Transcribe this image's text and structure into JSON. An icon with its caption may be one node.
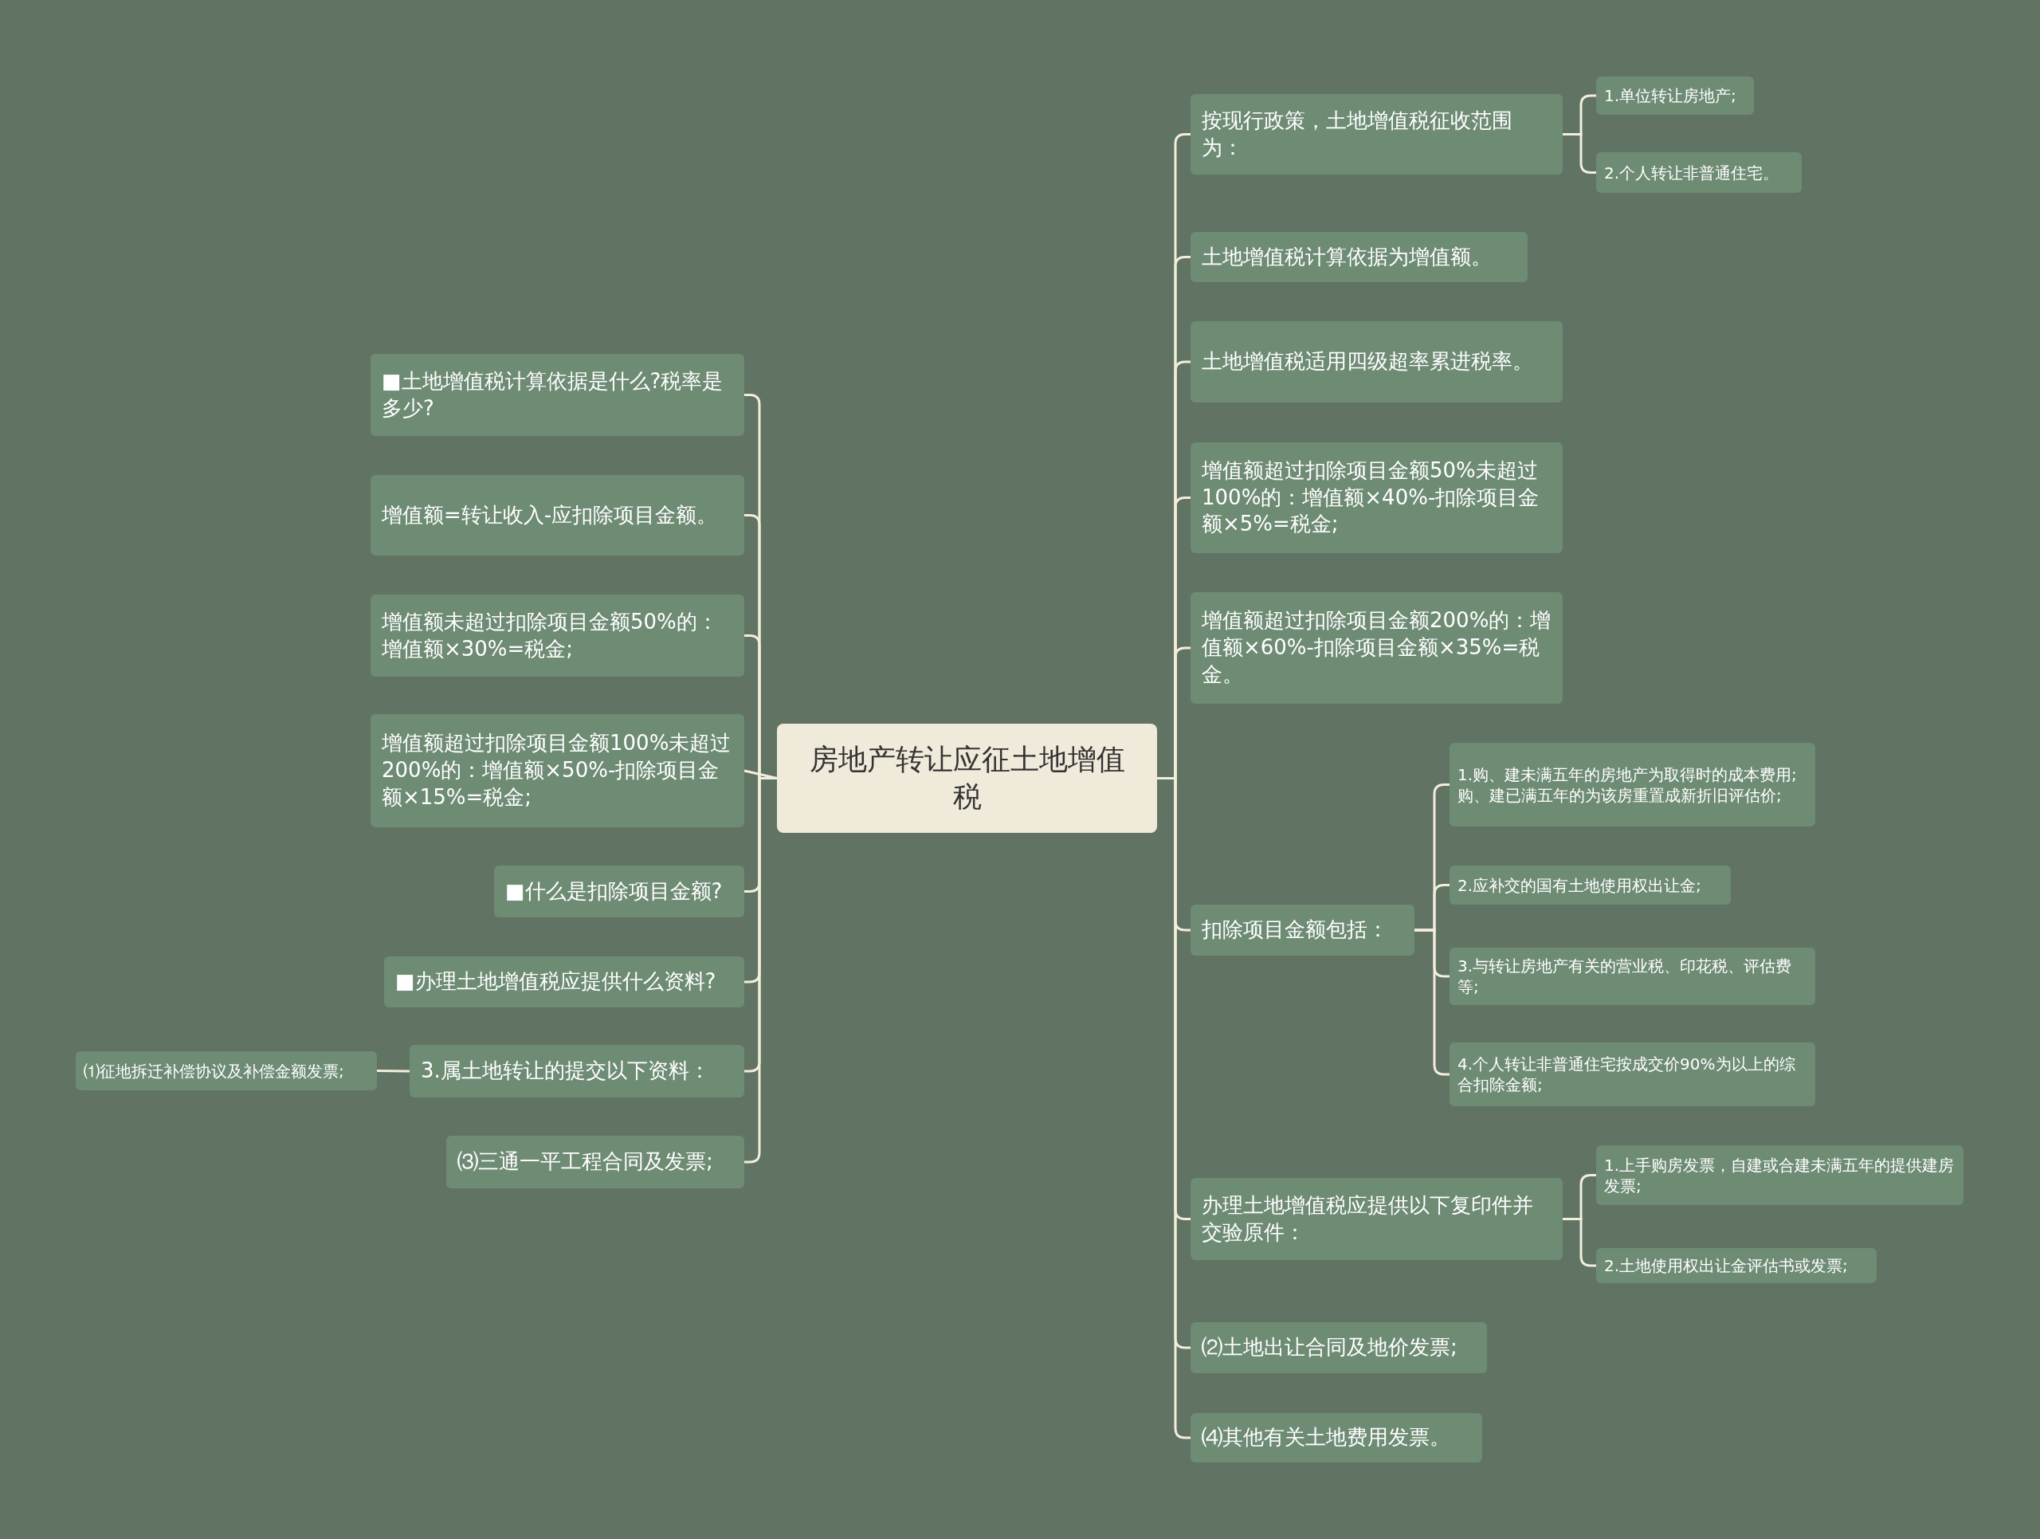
{
  "diagram": {
    "nodes": [
      {
        "text": [
          "房地产转让应征土地增值税"
        ]
      },
      {
        "text": [
          "■土地增值税计算依据是什么?税率是多少?"
        ]
      },
      {
        "text": [
          "增值额=转让收入-应扣除项目金额。"
        ]
      },
      {
        "text": [
          "增值额未超过扣除项目金额50%的：增值额×30%=税金;"
        ]
      },
      {
        "text": [
          "增值额超过扣除项目金额100%未超过200%的：增值额×50%-扣除项目金额×15%=税金;"
        ]
      },
      {
        "text": [
          "■什么是扣除项目金额?"
        ]
      },
      {
        "text": [
          "■办理土地增值税应提供什么资料?"
        ]
      },
      {
        "text": [
          "3.属土地转让的提交以下资料："
        ]
      },
      {
        "text": [
          "⑴征地拆迁补偿协议及补偿金额发票;"
        ]
      },
      {
        "text": [
          "⑶三通一平工程合同及发票;"
        ]
      },
      {
        "text": [
          "按现行政策，土地增值税征收范围为："
        ]
      },
      {
        "text": [
          "1.单位转让房地产;"
        ]
      },
      {
        "text": [
          "2.个人转让非普通住宅。"
        ]
      },
      {
        "text": [
          "土地增值税计算依据为增值额。"
        ]
      },
      {
        "text": [
          "土地增值税适用四级超率累进税率。"
        ]
      },
      {
        "text": [
          "增值额超过扣除项目金额50%未超过100%的：增值额×40%-扣除项目金额×5%=税金;"
        ]
      },
      {
        "text": [
          "增值额超过扣除项目金额200%的：增值额×60%-扣除项目金额×35%=税金。"
        ]
      },
      {
        "text": [
          "扣除项目金额包括："
        ]
      },
      {
        "text": [
          "1.购、建未满五年的房地产为取得时的成本费用;购、建已满五年的为该房重置成新折旧评估价;"
        ]
      },
      {
        "text": [
          "2.应补交的国有土地使用权出让金;"
        ]
      },
      {
        "text": [
          "3.与转让房地产有关的营业税、印花税、评估费等;"
        ]
      },
      {
        "text": [
          "4.个人转让非普通住宅按成交价90%为以上的综合扣除金额;"
        ]
      },
      {
        "text": [
          "办理土地增值税应提供以下复印件并交验原件："
        ]
      },
      {
        "text": [
          "1.上手购房发票，自建或合建未满五年的提供建房发票;"
        ]
      },
      {
        "text": [
          "2.土地使用权出让金评估书或发票;"
        ]
      },
      {
        "text": [
          "⑵土地出让合同及地价发票;"
        ]
      },
      {
        "text": [
          "⑷其他有关土地费用发票。"
        ]
      }
    ],
    "edges": [
      {
        "from": 0,
        "to": 1,
        "arrow": "none"
      },
      {
        "from": 0,
        "to": 2,
        "arrow": "none"
      },
      {
        "from": 0,
        "to": 3,
        "arrow": "none"
      },
      {
        "from": 0,
        "to": 4,
        "arrow": "none"
      },
      {
        "from": 0,
        "to": 5,
        "arrow": "none"
      },
      {
        "from": 0,
        "to": 6,
        "arrow": "none"
      },
      {
        "from": 0,
        "to": 7,
        "arrow": "none"
      },
      {
        "from": 7,
        "to": 8,
        "arrow": "none"
      },
      {
        "from": 0,
        "to": 9,
        "arrow": "none"
      },
      {
        "from": 0,
        "to": 10,
        "arrow": "none"
      },
      {
        "from": 10,
        "to": 11,
        "arrow": "none"
      },
      {
        "from": 10,
        "to": 12,
        "arrow": "none"
      },
      {
        "from": 0,
        "to": 13,
        "arrow": "none"
      },
      {
        "from": 0,
        "to": 14,
        "arrow": "none"
      },
      {
        "from": 0,
        "to": 15,
        "arrow": "none"
      },
      {
        "from": 0,
        "to": 16,
        "arrow": "none"
      },
      {
        "from": 0,
        "to": 17,
        "arrow": "none"
      },
      {
        "from": 17,
        "to": 18,
        "arrow": "none"
      },
      {
        "from": 17,
        "to": 19,
        "arrow": "none"
      },
      {
        "from": 17,
        "to": 20,
        "arrow": "none"
      },
      {
        "from": 17,
        "to": 21,
        "arrow": "none"
      },
      {
        "from": 0,
        "to": 22,
        "arrow": "none"
      },
      {
        "from": 22,
        "to": 23,
        "arrow": "none"
      },
      {
        "from": 22,
        "to": 24,
        "arrow": "none"
      },
      {
        "from": 0,
        "to": 25,
        "arrow": "none"
      },
      {
        "from": 0,
        "to": 26,
        "arrow": "none"
      }
    ]
  }
}
